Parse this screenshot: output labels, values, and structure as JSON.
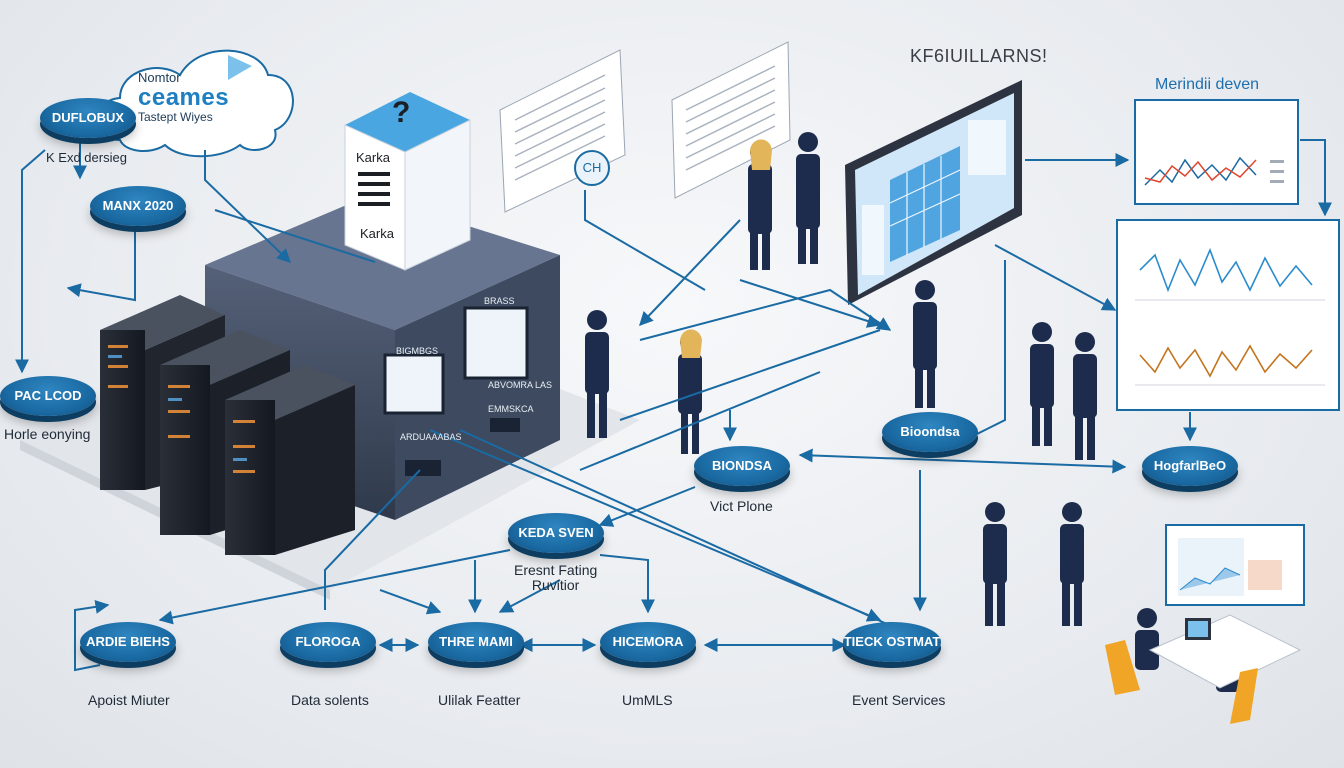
{
  "cloud": {
    "line1": "Nomtor",
    "line2": "ceames",
    "line3": "Tastept Wiyes"
  },
  "kafka_box": {
    "label1": "Karka",
    "label2": "Karka",
    "question": "?"
  },
  "headings": {
    "top_right": "KF6IUILLARNS!",
    "dashboard_title": "Merindii deven"
  },
  "ch_badge": "CH",
  "server_labels": {
    "panel1": "BIGMBGS",
    "panel2": "BRASS",
    "panel3": "ARDUAAABAS",
    "panel4": "ABVOMRA LAS",
    "panel5": "EMMSKCA"
  },
  "left_nodes": [
    {
      "label": "DUFLOBUX",
      "caption": "K Exd dersieg"
    },
    {
      "label": "MANX 2020",
      "caption": ""
    },
    {
      "label": "PAC LCOD",
      "caption": "Horle eonying"
    }
  ],
  "middle_nodes": [
    {
      "label": "BIONDSA",
      "caption": "Vict Plone"
    },
    {
      "label": "KEDA SVEN",
      "caption": "Eresnt Fating\nRuvitior"
    },
    {
      "label": "Bioondsa",
      "caption": ""
    },
    {
      "label": "HogfarlBeO",
      "caption": ""
    }
  ],
  "bottom_nodes": [
    {
      "label": "ARDIE BIEHS",
      "caption": "Apoist Miuter"
    },
    {
      "label": "FLOROGA",
      "caption": "Data solents"
    },
    {
      "label": "THRE MAMI",
      "caption": "Ulilak Featter"
    },
    {
      "label": "HICEMORA",
      "caption": "UmMLS"
    },
    {
      "label": "TIECK OSTMAT",
      "caption": "Event Services"
    }
  ],
  "colors": {
    "accent": "#1a6aa3",
    "dark": "#0d3d61",
    "server": "#3d4a5f"
  }
}
